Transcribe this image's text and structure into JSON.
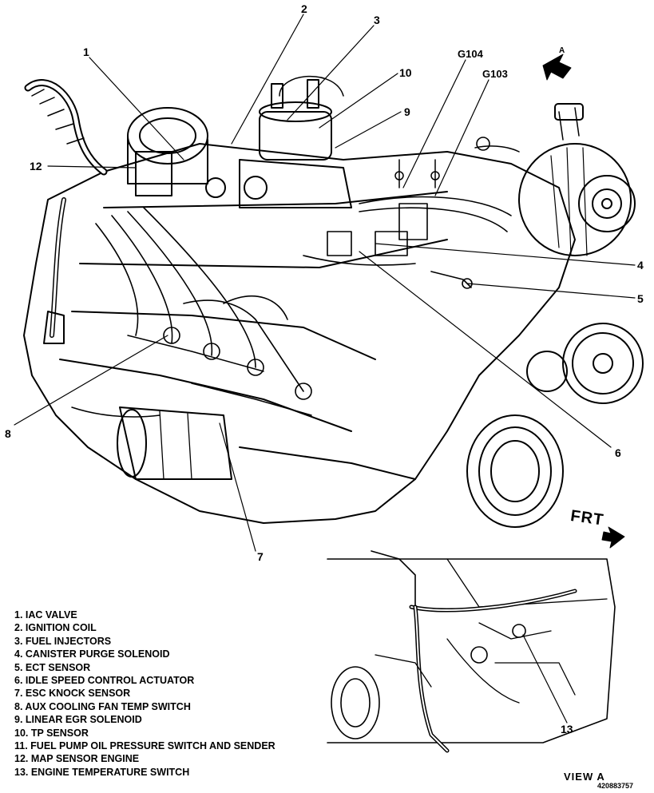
{
  "callouts": {
    "c1": "1",
    "c2": "2",
    "c3": "3",
    "c4": "4",
    "c5": "5",
    "c6": "6",
    "c7": "7",
    "c8": "8",
    "c9": "9",
    "c10": "10",
    "c12": "12",
    "c13": "13",
    "g104": "G104",
    "g103": "G103"
  },
  "arrows": {
    "frt": "FRT",
    "view_arrow": "A"
  },
  "legend": [
    "1. IAC VALVE",
    "2. IGNITION COIL",
    "3. FUEL INJECTORS",
    "4. CANISTER PURGE SOLENOID",
    "5. ECT SENSOR",
    "6. IDLE SPEED CONTROL ACTUATOR",
    "7. ESC KNOCK SENSOR",
    "8. AUX COOLING FAN TEMP SWITCH",
    "9. LINEAR EGR SOLENOID",
    "10. TP SENSOR",
    "11. FUEL PUMP OIL PRESSURE SWITCH AND SENDER",
    "12. MAP SENSOR ENGINE",
    "13. ENGINE TEMPERATURE SWITCH"
  ],
  "view_label": "VIEW  A",
  "figure_code": "420883757",
  "colors": {
    "ink": "#000000",
    "paper": "#ffffff"
  }
}
